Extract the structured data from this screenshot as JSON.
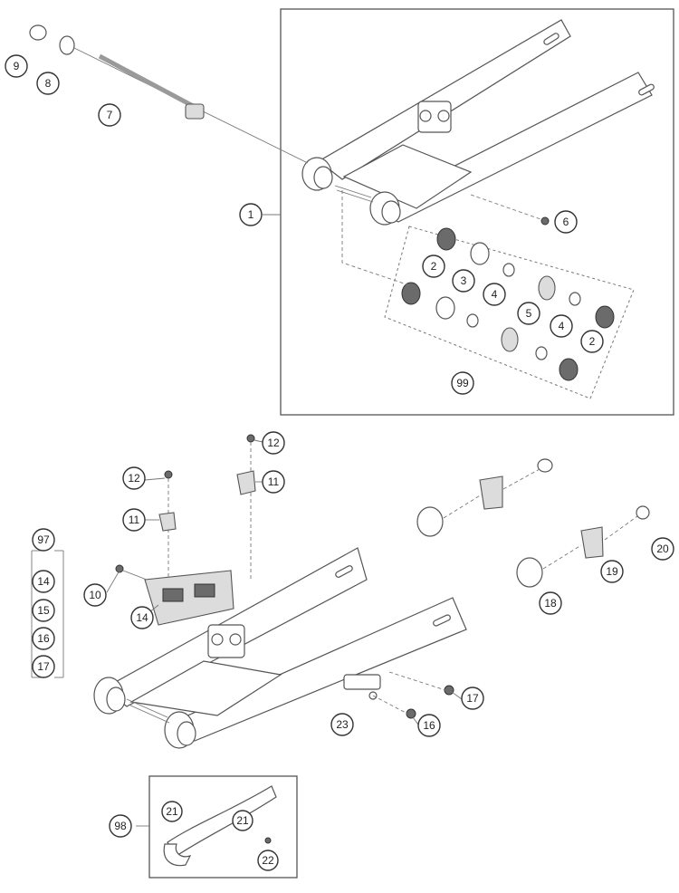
{
  "diagram": {
    "callouts": {
      "c9": "9",
      "c8": "8",
      "c7": "7",
      "c1": "1",
      "c6": "6",
      "c2a": "2",
      "c3": "3",
      "c4a": "4",
      "c5": "5",
      "c4b": "4",
      "c2b": "2",
      "c99": "99",
      "c12a": "12",
      "c11a": "11",
      "c12b": "12",
      "c11b": "11",
      "c97": "97",
      "c14a": "14",
      "c15": "15",
      "c16a": "16",
      "c17a": "17",
      "c10": "10",
      "c14b": "14",
      "c20": "20",
      "c19": "19",
      "c18": "18",
      "c17b": "17",
      "c23": "23",
      "c16b": "16",
      "c98": "98",
      "c21a": "21",
      "c21b": "21",
      "c22": "22"
    }
  }
}
